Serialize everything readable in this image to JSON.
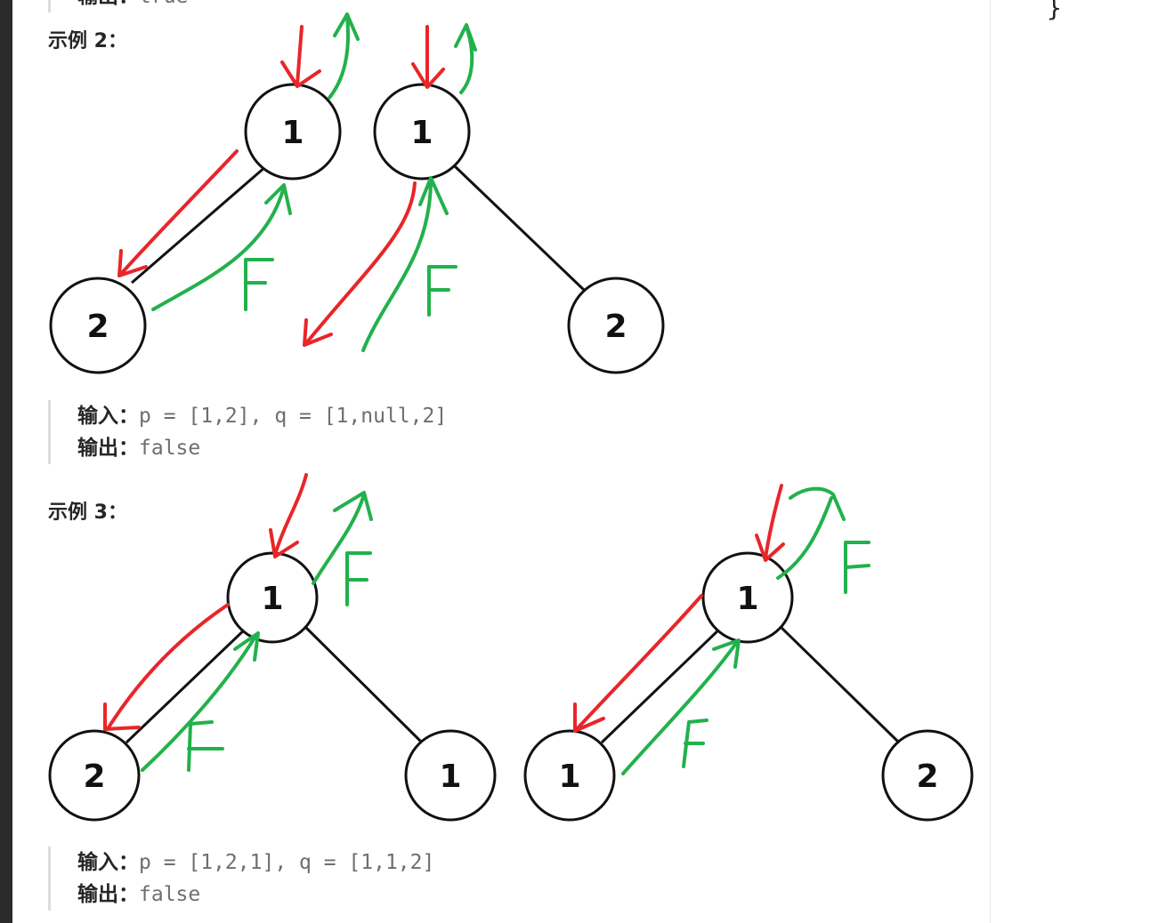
{
  "top_cutoff": {
    "label": "输出：",
    "value": "true"
  },
  "example2": {
    "heading": "示例 2：",
    "input_label": "输入：",
    "input_value": "p = [1,2], q = [1,null,2]",
    "output_label": "输出：",
    "output_value": "false",
    "tree_p": {
      "root": "1",
      "left": "2"
    },
    "tree_q": {
      "root": "1",
      "right": "2"
    },
    "annotation_marks": [
      "F",
      "F"
    ]
  },
  "example3": {
    "heading": "示例 3：",
    "input_label": "输入：",
    "input_value": "p = [1,2,1], q = [1,1,2]",
    "output_label": "输出：",
    "output_value": "false",
    "tree_p": {
      "root": "1",
      "left": "2",
      "right": "1"
    },
    "tree_q": {
      "root": "1",
      "left": "1",
      "right": "2"
    },
    "annotation_marks": [
      "F",
      "F",
      "F",
      "F"
    ]
  },
  "code_pane": {
    "brace": "}"
  },
  "colors": {
    "red_annotation": "#e8262a",
    "green_annotation": "#22b14c",
    "quote_bar": "#dddddd"
  }
}
